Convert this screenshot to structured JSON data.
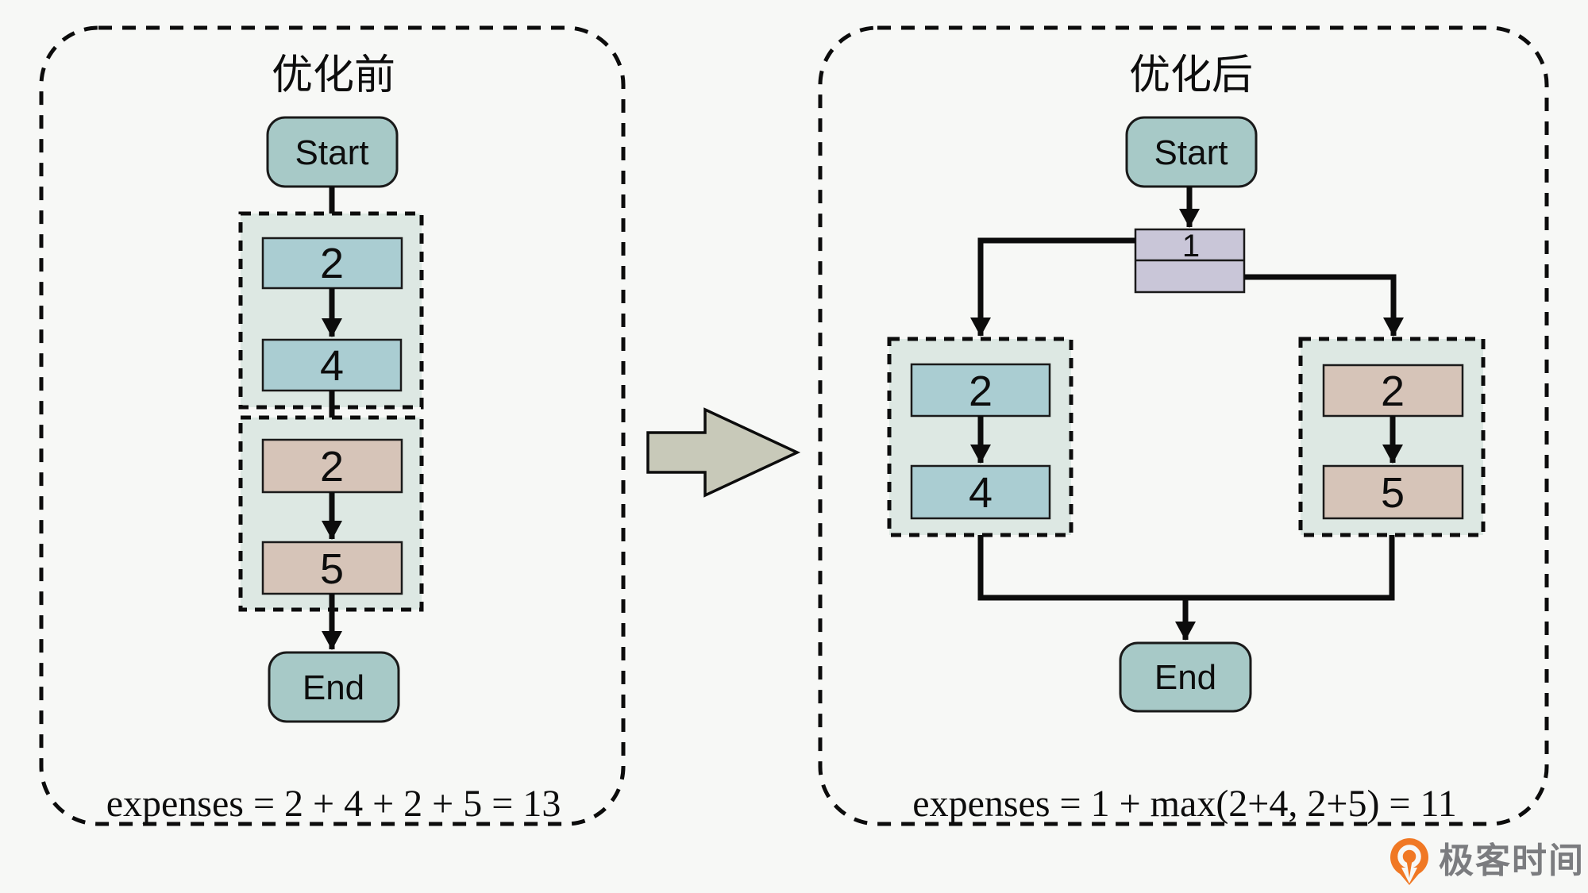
{
  "page": {
    "background": "#f7f8f6"
  },
  "colors": {
    "terminal_fill": "#a7c9c7",
    "step_teal_fill": "#aacdd2",
    "step_tan_fill": "#d6c4b8",
    "group_fill": "#dde8e3",
    "fork_fill": "#c9c6d8",
    "transform_arrow_fill": "#c8c9b9",
    "line_color": "#0c0c0c",
    "logo_orange": "#f07824",
    "logo_text_gray": "#7b7c7f"
  },
  "panel_before": {
    "title": "优化前",
    "start_label": "Start",
    "end_label": "End",
    "group1_steps": [
      "2",
      "4"
    ],
    "group2_steps": [
      "2",
      "5"
    ],
    "expenses": "expenses = 2 + 4 + 2 + 5 = 13"
  },
  "panel_after": {
    "title": "优化后",
    "start_label": "Start",
    "end_label": "End",
    "fork_label": "1",
    "left_branch_steps": [
      "2",
      "4"
    ],
    "right_branch_steps": [
      "2",
      "5"
    ],
    "expenses": "expenses = 1 + max(2+4, 2+5) = 11"
  },
  "logo": {
    "brand": "极客时间"
  }
}
